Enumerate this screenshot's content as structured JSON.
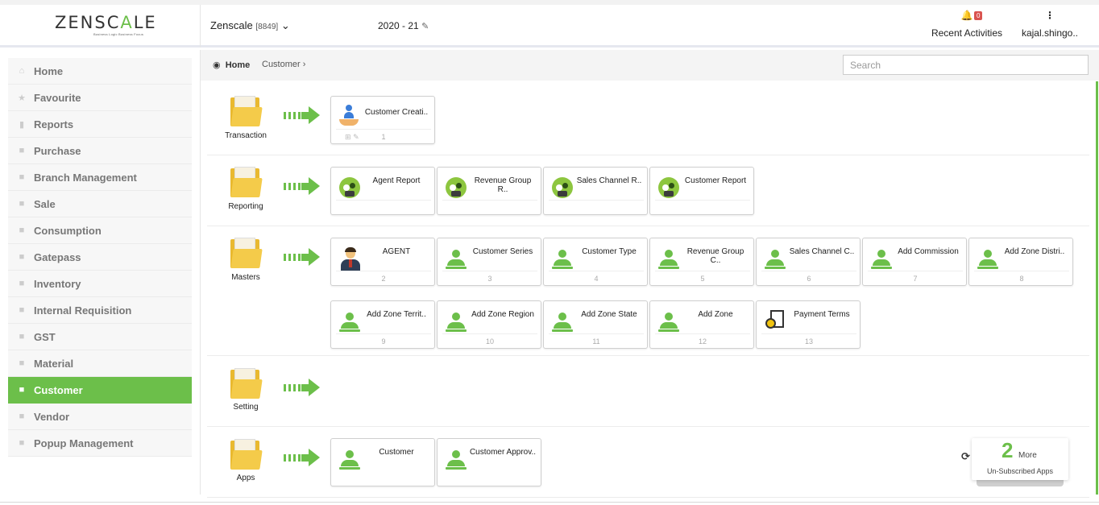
{
  "header": {
    "logo_pre": "ZENSC",
    "logo_accent": "A",
    "logo_post": "LE",
    "logo_tagline": "Business Logic Business Focus",
    "company": "Zenscale",
    "company_code": "[8849]",
    "year": "2020 - 21",
    "notification_count": "0",
    "recent_activities": "Recent Activities",
    "user": "kajal.shingo.."
  },
  "sidebar": {
    "items": [
      {
        "label": "Home",
        "icon": "home-icon"
      },
      {
        "label": "Favourite",
        "icon": "star-icon"
      },
      {
        "label": "Reports",
        "icon": "file-icon"
      },
      {
        "label": "Purchase",
        "icon": "folder-icon"
      },
      {
        "label": "Branch Management",
        "icon": "folder-icon"
      },
      {
        "label": "Sale",
        "icon": "folder-icon"
      },
      {
        "label": "Consumption",
        "icon": "folder-icon"
      },
      {
        "label": "Gatepass",
        "icon": "folder-icon"
      },
      {
        "label": "Inventory",
        "icon": "folder-icon"
      },
      {
        "label": "Internal Requisition",
        "icon": "folder-icon"
      },
      {
        "label": "GST",
        "icon": "folder-icon"
      },
      {
        "label": "Material",
        "icon": "folder-icon"
      },
      {
        "label": "Customer",
        "icon": "folder-icon",
        "active": true
      },
      {
        "label": "Vendor",
        "icon": "folder-icon"
      },
      {
        "label": "Popup Management",
        "icon": "folder-icon"
      }
    ]
  },
  "breadcrumb": {
    "home": "Home",
    "current": "Customer"
  },
  "search": {
    "placeholder": "Search"
  },
  "modules": {
    "transaction": {
      "label": "Transaction",
      "tiles": [
        {
          "title": "Customer Creati..",
          "num": "1",
          "icon": "customer-creation-icon"
        }
      ]
    },
    "reporting": {
      "label": "Reporting",
      "tiles": [
        {
          "title": "Agent Report",
          "num": "",
          "icon": "report-icon"
        },
        {
          "title": "Revenue Group R..",
          "num": "",
          "icon": "report-icon"
        },
        {
          "title": "Sales Channel R..",
          "num": "",
          "icon": "report-icon"
        },
        {
          "title": "Customer Report",
          "num": "",
          "icon": "report-icon"
        }
      ]
    },
    "masters": {
      "label": "Masters",
      "tiles": [
        {
          "title": "AGENT",
          "num": "2",
          "icon": "agent-icon"
        },
        {
          "title": "Customer Series",
          "num": "3",
          "icon": "user-icon"
        },
        {
          "title": "Customer Type",
          "num": "4",
          "icon": "user-icon"
        },
        {
          "title": "Revenue Group C..",
          "num": "5",
          "icon": "user-icon"
        },
        {
          "title": "Sales Channel C..",
          "num": "6",
          "icon": "user-icon"
        },
        {
          "title": "Add Commission",
          "num": "7",
          "icon": "user-icon"
        },
        {
          "title": "Add Zone Distri..",
          "num": "8",
          "icon": "user-icon"
        },
        {
          "title": "Add Zone Territ..",
          "num": "9",
          "icon": "user-icon"
        },
        {
          "title": "Add Zone Region",
          "num": "10",
          "icon": "user-icon"
        },
        {
          "title": "Add Zone State",
          "num": "11",
          "icon": "user-icon"
        },
        {
          "title": "Add Zone",
          "num": "12",
          "icon": "user-icon"
        },
        {
          "title": "Payment Terms",
          "num": "13",
          "icon": "payment-icon"
        }
      ]
    },
    "setting": {
      "label": "Setting",
      "tiles": []
    },
    "apps": {
      "label": "Apps",
      "tiles": [
        {
          "title": "Customer",
          "num": "",
          "icon": "user-icon"
        },
        {
          "title": "Customer Approv..",
          "num": "",
          "icon": "user-icon"
        }
      ]
    }
  },
  "unsubscribed": {
    "count": "2",
    "more": "More",
    "label": "Un-Subscribed Apps"
  },
  "colors": {
    "accent": "#6cbf4a",
    "folder": "#f4cb4a",
    "badge": "#d9534f"
  }
}
